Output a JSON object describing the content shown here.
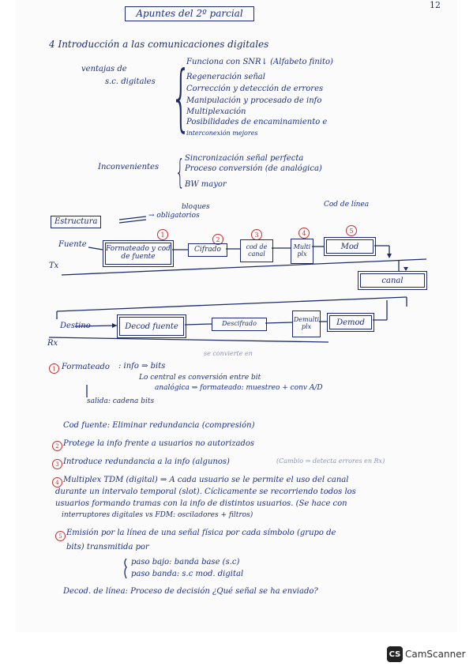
{
  "header": {
    "title": "Apuntes del 2º parcial",
    "page_number": "12"
  },
  "section": {
    "heading": "4 Introducción a las comunicaciones digitales"
  },
  "ventajas": {
    "label_1": "ventajas de",
    "label_2": "s.c. digitales",
    "items": [
      "Funciona con SNR↓ (Alfabeto finito)",
      "Regeneración señal",
      "Corrección y detección de errores",
      "Manipulación y procesado de info",
      "Multiplexación",
      "Posibilidades de encaminamiento e",
      "interconexión mejores"
    ]
  },
  "inconvenientes": {
    "label": "Inconvenientes",
    "items": [
      "Sincronización señal perfecta",
      "Proceso conversión (de analógica)",
      "BW mayor"
    ]
  },
  "diagram": {
    "estructura_label": "Estructura",
    "bloques_note_1": "bloques",
    "bloques_note_2": "→ obligatorios",
    "cod_linea_note": "Cod de línea",
    "fuente_label": "Fuente",
    "tx_label": "Tx",
    "destino_label": "Destino",
    "rx_label": "Rx",
    "tx_blocks": [
      {
        "num": "1",
        "label": "Formateado y cod de fuente"
      },
      {
        "num": "2",
        "label": "Cifrado"
      },
      {
        "num": "3",
        "label": "cod de canal"
      },
      {
        "num": "4",
        "label": "Multi plx"
      },
      {
        "num": "5",
        "label": "Mod"
      }
    ],
    "canal_label": "canal",
    "rx_blocks": [
      {
        "label": "Decod fuente"
      },
      {
        "label": "Descifrado"
      },
      {
        "label": "Demulti plx"
      },
      {
        "label": "Demod"
      }
    ]
  },
  "notes": {
    "small_note": "se convierte en",
    "n1_title": "Formateado",
    "n1_line1": ": info ⇒ bits",
    "n1_line2": "Lo central es conversión entre bit",
    "n1_line3": "analógica ⇒ formateado: muestreo + conv A/D",
    "n1_line4": "salida: cadena bits",
    "cod_fuente": "Cod fuente: Eliminar redundancia (compresión)",
    "n2": "Protege la info frente a usuarios no autorizados",
    "n3": "Introduce redundancia a la info (algunos)",
    "n3_faint": "(Cambio ⇒ detecta errores en Rx)",
    "n4_line1": "Multiplex TDM (digital) ⇒ A cada usuario se le permite el uso del canal",
    "n4_line2": "durante un intervalo temporal (slot). Cíclicamente se recorriendo todos los",
    "n4_line3": "usuarios formando tramas con la info de distintos usuarios. (Se hace con",
    "n4_line4": "interruptores digitales vs FDM: osciladores + filtros)",
    "n5_line1": "Emisión por la línea de una señal física por cada símbolo (grupo de",
    "n5_line2": "bits) transmitida por",
    "n5_bajo": "paso bajo: banda base (s.c)",
    "n5_banda": "paso banda: s.c mod. digital",
    "decod_linea": "Decod. de línea: Proceso de decisión ¿Qué señal se ha enviado?"
  },
  "footer": {
    "brand": "CamScanner",
    "logo_text": "CS"
  }
}
